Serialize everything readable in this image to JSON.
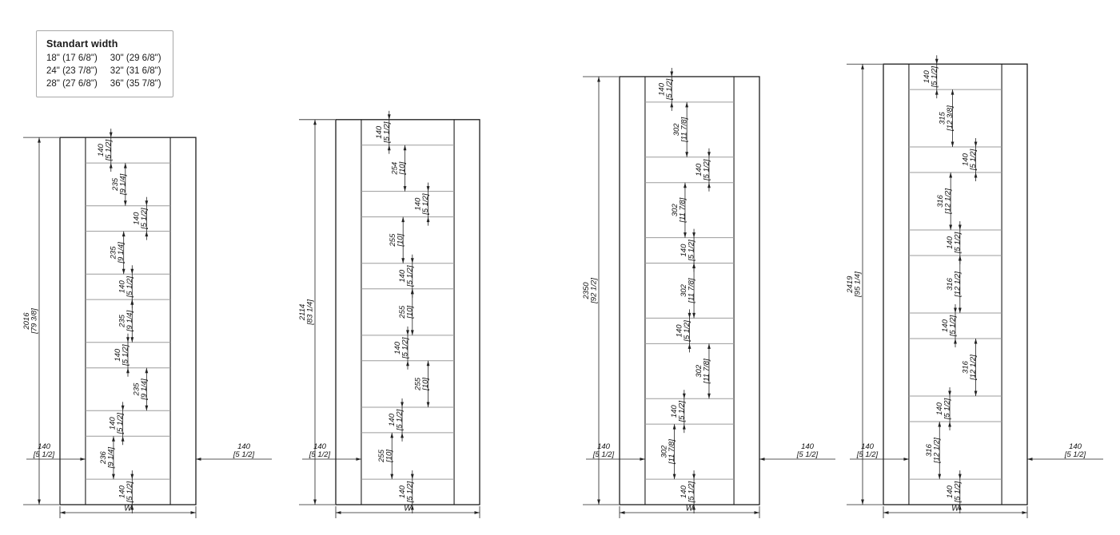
{
  "canvas": {
    "background": "#ffffff",
    "line_color": "#1c1c1c",
    "rail_line_color": "#9b9b9b",
    "dim_color": "#222222"
  },
  "legend": {
    "title": "Standart width",
    "rows": [
      [
        "18\" (17 6/8\")",
        "30\" (29 6/8\")"
      ],
      [
        "24\" (23 7/8\")",
        "32\" (31 6/8\")"
      ],
      [
        "28\" (27 6/8\")",
        "36\" (35 7/8\")"
      ]
    ]
  },
  "drawings": [
    {
      "id": "frame-2016",
      "total_mm": "2016",
      "total_in": "[79 3/8]",
      "stile_mm": "140",
      "stile_in": "[5 1/2]",
      "right_stile_mm": "140",
      "right_stile_in": "[5 1/2]",
      "has_right_stile_dim": true,
      "width_label": "W",
      "segments": [
        {
          "kind": "rail",
          "mm": "140",
          "in": "[5 1/2]"
        },
        {
          "kind": "gap",
          "mm": "235",
          "in": "[9 1/4]"
        },
        {
          "kind": "rail",
          "mm": "140",
          "in": "[5 1/2]"
        },
        {
          "kind": "gap",
          "mm": "235",
          "in": "[9 1/4]"
        },
        {
          "kind": "rail",
          "mm": "140",
          "in": "[5 1/2]"
        },
        {
          "kind": "gap",
          "mm": "235",
          "in": "[9 1/4]"
        },
        {
          "kind": "rail",
          "mm": "140",
          "in": "[5 1/2]"
        },
        {
          "kind": "gap",
          "mm": "235",
          "in": "[9 1/4]"
        },
        {
          "kind": "rail",
          "mm": "140",
          "in": "[5 1/2]"
        },
        {
          "kind": "gap",
          "mm": "236",
          "in": "[9 1/4]"
        },
        {
          "kind": "rail",
          "mm": "140",
          "in": "[5 1/2]"
        }
      ]
    },
    {
      "id": "frame-2114",
      "total_mm": "2114",
      "total_in": "[83 1/4]",
      "stile_mm": "140",
      "stile_in": "[5 1/2]",
      "right_stile_mm": "140",
      "right_stile_in": "[5 1/2]",
      "has_right_stile_dim": false,
      "width_label": "W",
      "segments": [
        {
          "kind": "rail",
          "mm": "140",
          "in": "[5 1/2]"
        },
        {
          "kind": "gap",
          "mm": "254",
          "in": "[10]"
        },
        {
          "kind": "rail",
          "mm": "140",
          "in": "[5 1/2]"
        },
        {
          "kind": "gap",
          "mm": "255",
          "in": "[10]"
        },
        {
          "kind": "rail",
          "mm": "140",
          "in": "[5 1/2]"
        },
        {
          "kind": "gap",
          "mm": "255",
          "in": "[10]"
        },
        {
          "kind": "rail",
          "mm": "140",
          "in": "[5 1/2]"
        },
        {
          "kind": "gap",
          "mm": "255",
          "in": "[10]"
        },
        {
          "kind": "rail",
          "mm": "140",
          "in": "[5 1/2]"
        },
        {
          "kind": "gap",
          "mm": "255",
          "in": "[10]"
        },
        {
          "kind": "rail",
          "mm": "140",
          "in": "[5 1/2]"
        }
      ]
    },
    {
      "id": "frame-2350",
      "total_mm": "2350",
      "total_in": "[92 1/2]",
      "stile_mm": "140",
      "stile_in": "[5 1/2]",
      "right_stile_mm": "140",
      "right_stile_in": "[5 1/2]",
      "has_right_stile_dim": true,
      "width_label": "W",
      "segments": [
        {
          "kind": "rail",
          "mm": "140",
          "in": "[5 1/2]"
        },
        {
          "kind": "gap",
          "mm": "302",
          "in": "[11 7/8]"
        },
        {
          "kind": "rail",
          "mm": "140",
          "in": "[5 1/2]"
        },
        {
          "kind": "gap",
          "mm": "302",
          "in": "[11 7/8]"
        },
        {
          "kind": "rail",
          "mm": "140",
          "in": "[5 1/2]"
        },
        {
          "kind": "gap",
          "mm": "302",
          "in": "[11 7/8]"
        },
        {
          "kind": "rail",
          "mm": "140",
          "in": "[5 1/2]"
        },
        {
          "kind": "gap",
          "mm": "302",
          "in": "[11 7/8]"
        },
        {
          "kind": "rail",
          "mm": "140",
          "in": "[5 1/2]"
        },
        {
          "kind": "gap",
          "mm": "302",
          "in": "[11 7/8]"
        },
        {
          "kind": "rail",
          "mm": "140",
          "in": "[5 1/2]"
        }
      ]
    },
    {
      "id": "frame-2419",
      "total_mm": "2419",
      "total_in": "[95 1/4]",
      "stile_mm": "140",
      "stile_in": "[5 1/2]",
      "right_stile_mm": "140",
      "right_stile_in": "[5 1/2]",
      "has_right_stile_dim": true,
      "width_label": "W",
      "segments": [
        {
          "kind": "rail",
          "mm": "140",
          "in": "[5 1/2]"
        },
        {
          "kind": "gap",
          "mm": "315",
          "in": "[12 3/8]"
        },
        {
          "kind": "rail",
          "mm": "140",
          "in": "[5 1/2]"
        },
        {
          "kind": "gap",
          "mm": "316",
          "in": "[12 1/2]"
        },
        {
          "kind": "rail",
          "mm": "140",
          "in": "[5 1/2]"
        },
        {
          "kind": "gap",
          "mm": "316",
          "in": "[12 1/2]"
        },
        {
          "kind": "rail",
          "mm": "140",
          "in": "[5 1/2]"
        },
        {
          "kind": "gap",
          "mm": "316",
          "in": "[12 1/2]"
        },
        {
          "kind": "rail",
          "mm": "140",
          "in": "[5 1/2]"
        },
        {
          "kind": "gap",
          "mm": "316",
          "in": "[12 1/2]"
        },
        {
          "kind": "rail",
          "mm": "140",
          "in": "[5 1/2]"
        }
      ]
    }
  ]
}
